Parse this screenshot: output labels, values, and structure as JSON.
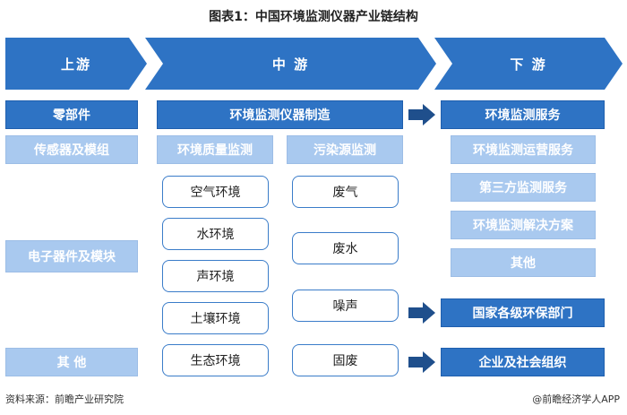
{
  "title": "图表1：中国环境监测仪器产业链结构",
  "stages": {
    "upstream": "上游",
    "midstream": "中 游",
    "downstream": "下 游"
  },
  "upstream": {
    "header": "零部件",
    "items": [
      "传感器及模组",
      "电子器件及模块",
      "其 他"
    ]
  },
  "midstream": {
    "header": "环境监测仪器制造",
    "quality": {
      "label": "环境质量监测",
      "items": [
        "空气环境",
        "水环境",
        "声环境",
        "土壤环境",
        "生态环境"
      ]
    },
    "pollution": {
      "label": "污染源监测",
      "items": [
        "废气",
        "废水",
        "噪声",
        "固废"
      ]
    }
  },
  "downstream": {
    "header": "环境监测服务",
    "services": [
      "环境监测运营服务",
      "第三方监测服务",
      "环境监测解决方案",
      "其他"
    ],
    "customers": [
      "国家各级环保部门",
      "企业及社会组织"
    ]
  },
  "footer": {
    "source": "资料来源：前瞻产业研究院",
    "brand": "@前瞻经济学人APP"
  },
  "colors": {
    "chevron": "#2e73c4",
    "dark_box": "#2e73c4",
    "light_box": "#a9c9ef",
    "pill_border": "#3a7cc9",
    "arrow": "#1f4f8c"
  },
  "icons": [
    "chevron-shape",
    "right-arrow-icon"
  ]
}
